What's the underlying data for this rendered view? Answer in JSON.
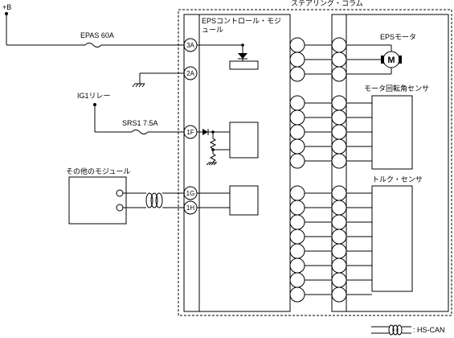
{
  "labels": {
    "power_b": "+B",
    "fuse_epas": "EPAS 60A",
    "ig1_relay": "IG1リレー",
    "fuse_srs1": "SRS1 7.5A",
    "other_modules": "その他のモジュール",
    "steering_column": "ステアリング・コラム",
    "eps_control_module_line1": "EPSコントロール・モジ",
    "eps_control_module_line2": "ュール",
    "eps_motor": "EPSモータ",
    "motor_icon": "M",
    "motor_angle_sensor": "モータ回転角センサ",
    "torque_sensor": "トルク・センサ",
    "legend_hscan": ": HS-CAN"
  },
  "pins": [
    "3A",
    "2A",
    "1F",
    "1G",
    "1H"
  ],
  "icons": {
    "motor": "motor-icon",
    "ground": "ground-icon",
    "fuse": "fuse-icon",
    "diode": "diode-icon",
    "connector": "connector-icon",
    "twisted_pair": "twisted-pair-icon"
  }
}
